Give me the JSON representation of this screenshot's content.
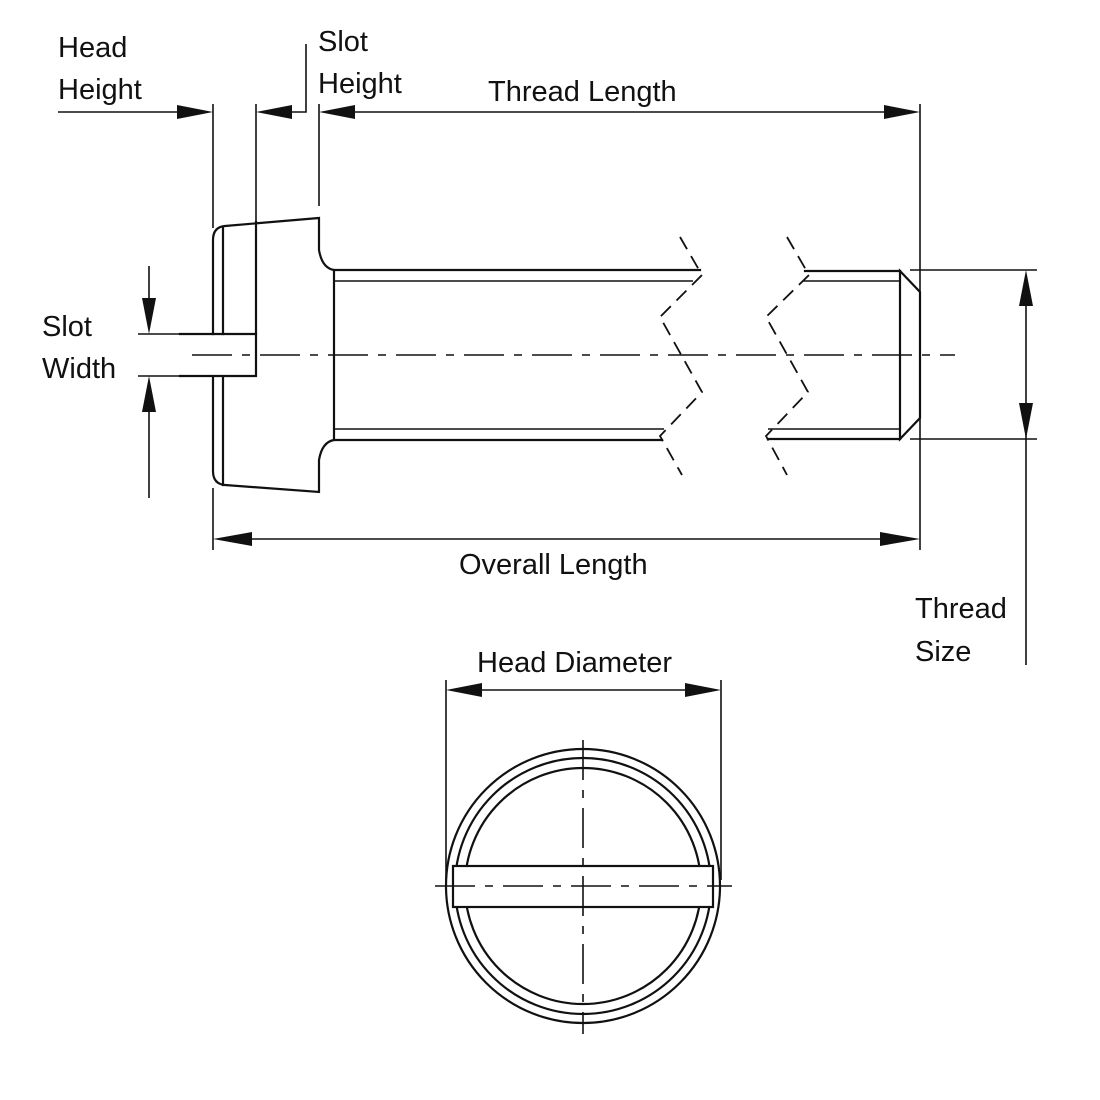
{
  "title": "Slotted Cheese Head Screw Dimensions",
  "colors": {
    "line": "#111111",
    "background": "#ffffff"
  },
  "labels": {
    "head_height": [
      "Head",
      "Height"
    ],
    "slot_height": [
      "Slot",
      "Height"
    ],
    "thread_length": "Thread Length",
    "slot_width": [
      "Slot",
      "Width"
    ],
    "overall_length": "Overall Length",
    "thread_size": [
      "Thread",
      "Size"
    ],
    "head_diameter": "Head Diameter"
  },
  "views": [
    "side-view",
    "top-view"
  ]
}
